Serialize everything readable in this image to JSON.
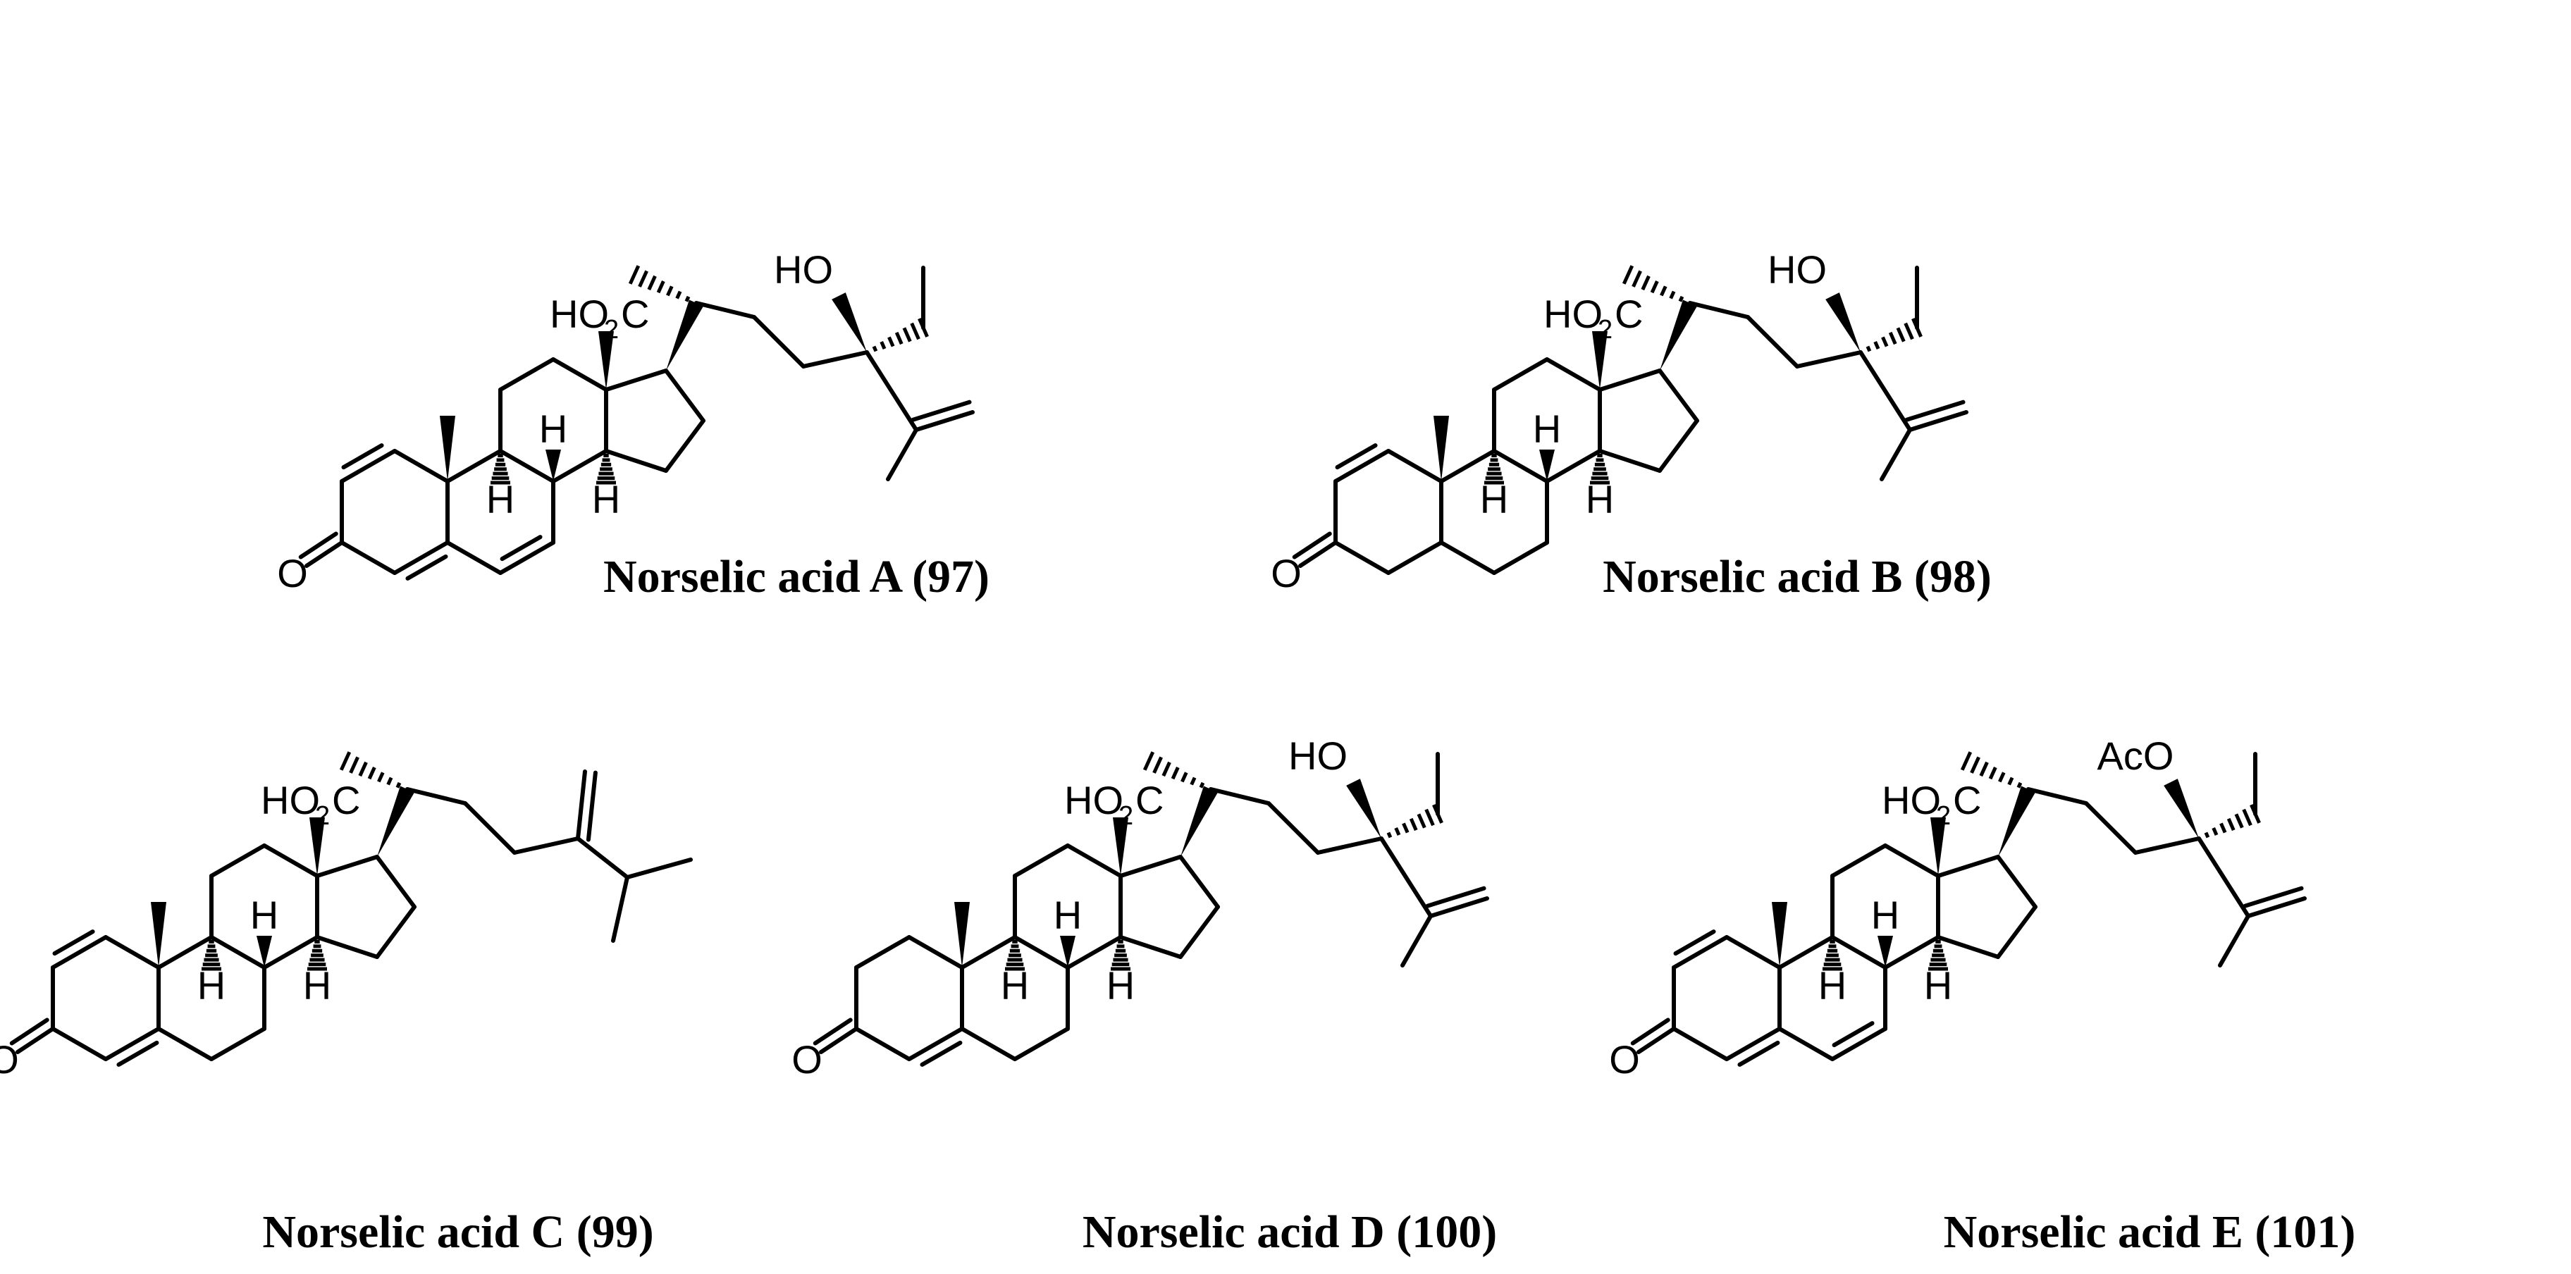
{
  "structures": [
    {
      "caption": "Norselic acid A (97)",
      "left_label": "HO",
      "left_sub": "2",
      "tail": "hydroxy",
      "ring_a": "dienone",
      "ring_b_double": true,
      "tail_o_label": "HO"
    },
    {
      "caption": "Norselic acid B (98)",
      "left_label": "HO",
      "left_sub": "2",
      "tail": "hydroxy",
      "ring_a": "enone_c1",
      "ring_b_double": false,
      "tail_o_label": "HO"
    },
    {
      "caption": "Norselic acid C (99)",
      "left_label": "HO",
      "left_sub": "2",
      "tail": "methylene",
      "ring_a": "dienone",
      "ring_b_double": false,
      "tail_o_label": ""
    },
    {
      "caption": "Norselic acid D (100)",
      "left_label": "HO",
      "left_sub": "2",
      "tail": "hydroxy",
      "ring_a": "enone_c4",
      "ring_b_double": false,
      "tail_o_label": "HO"
    },
    {
      "caption": "Norselic acid E (101)",
      "left_label": "HO",
      "left_sub": "2",
      "tail": "acetoxy",
      "ring_a": "dienone",
      "ring_b_double": true,
      "tail_o_label": "AcO"
    }
  ],
  "atom_labels": {
    "carbonyl_o": "O",
    "h": "H",
    "acid_c": "C"
  }
}
